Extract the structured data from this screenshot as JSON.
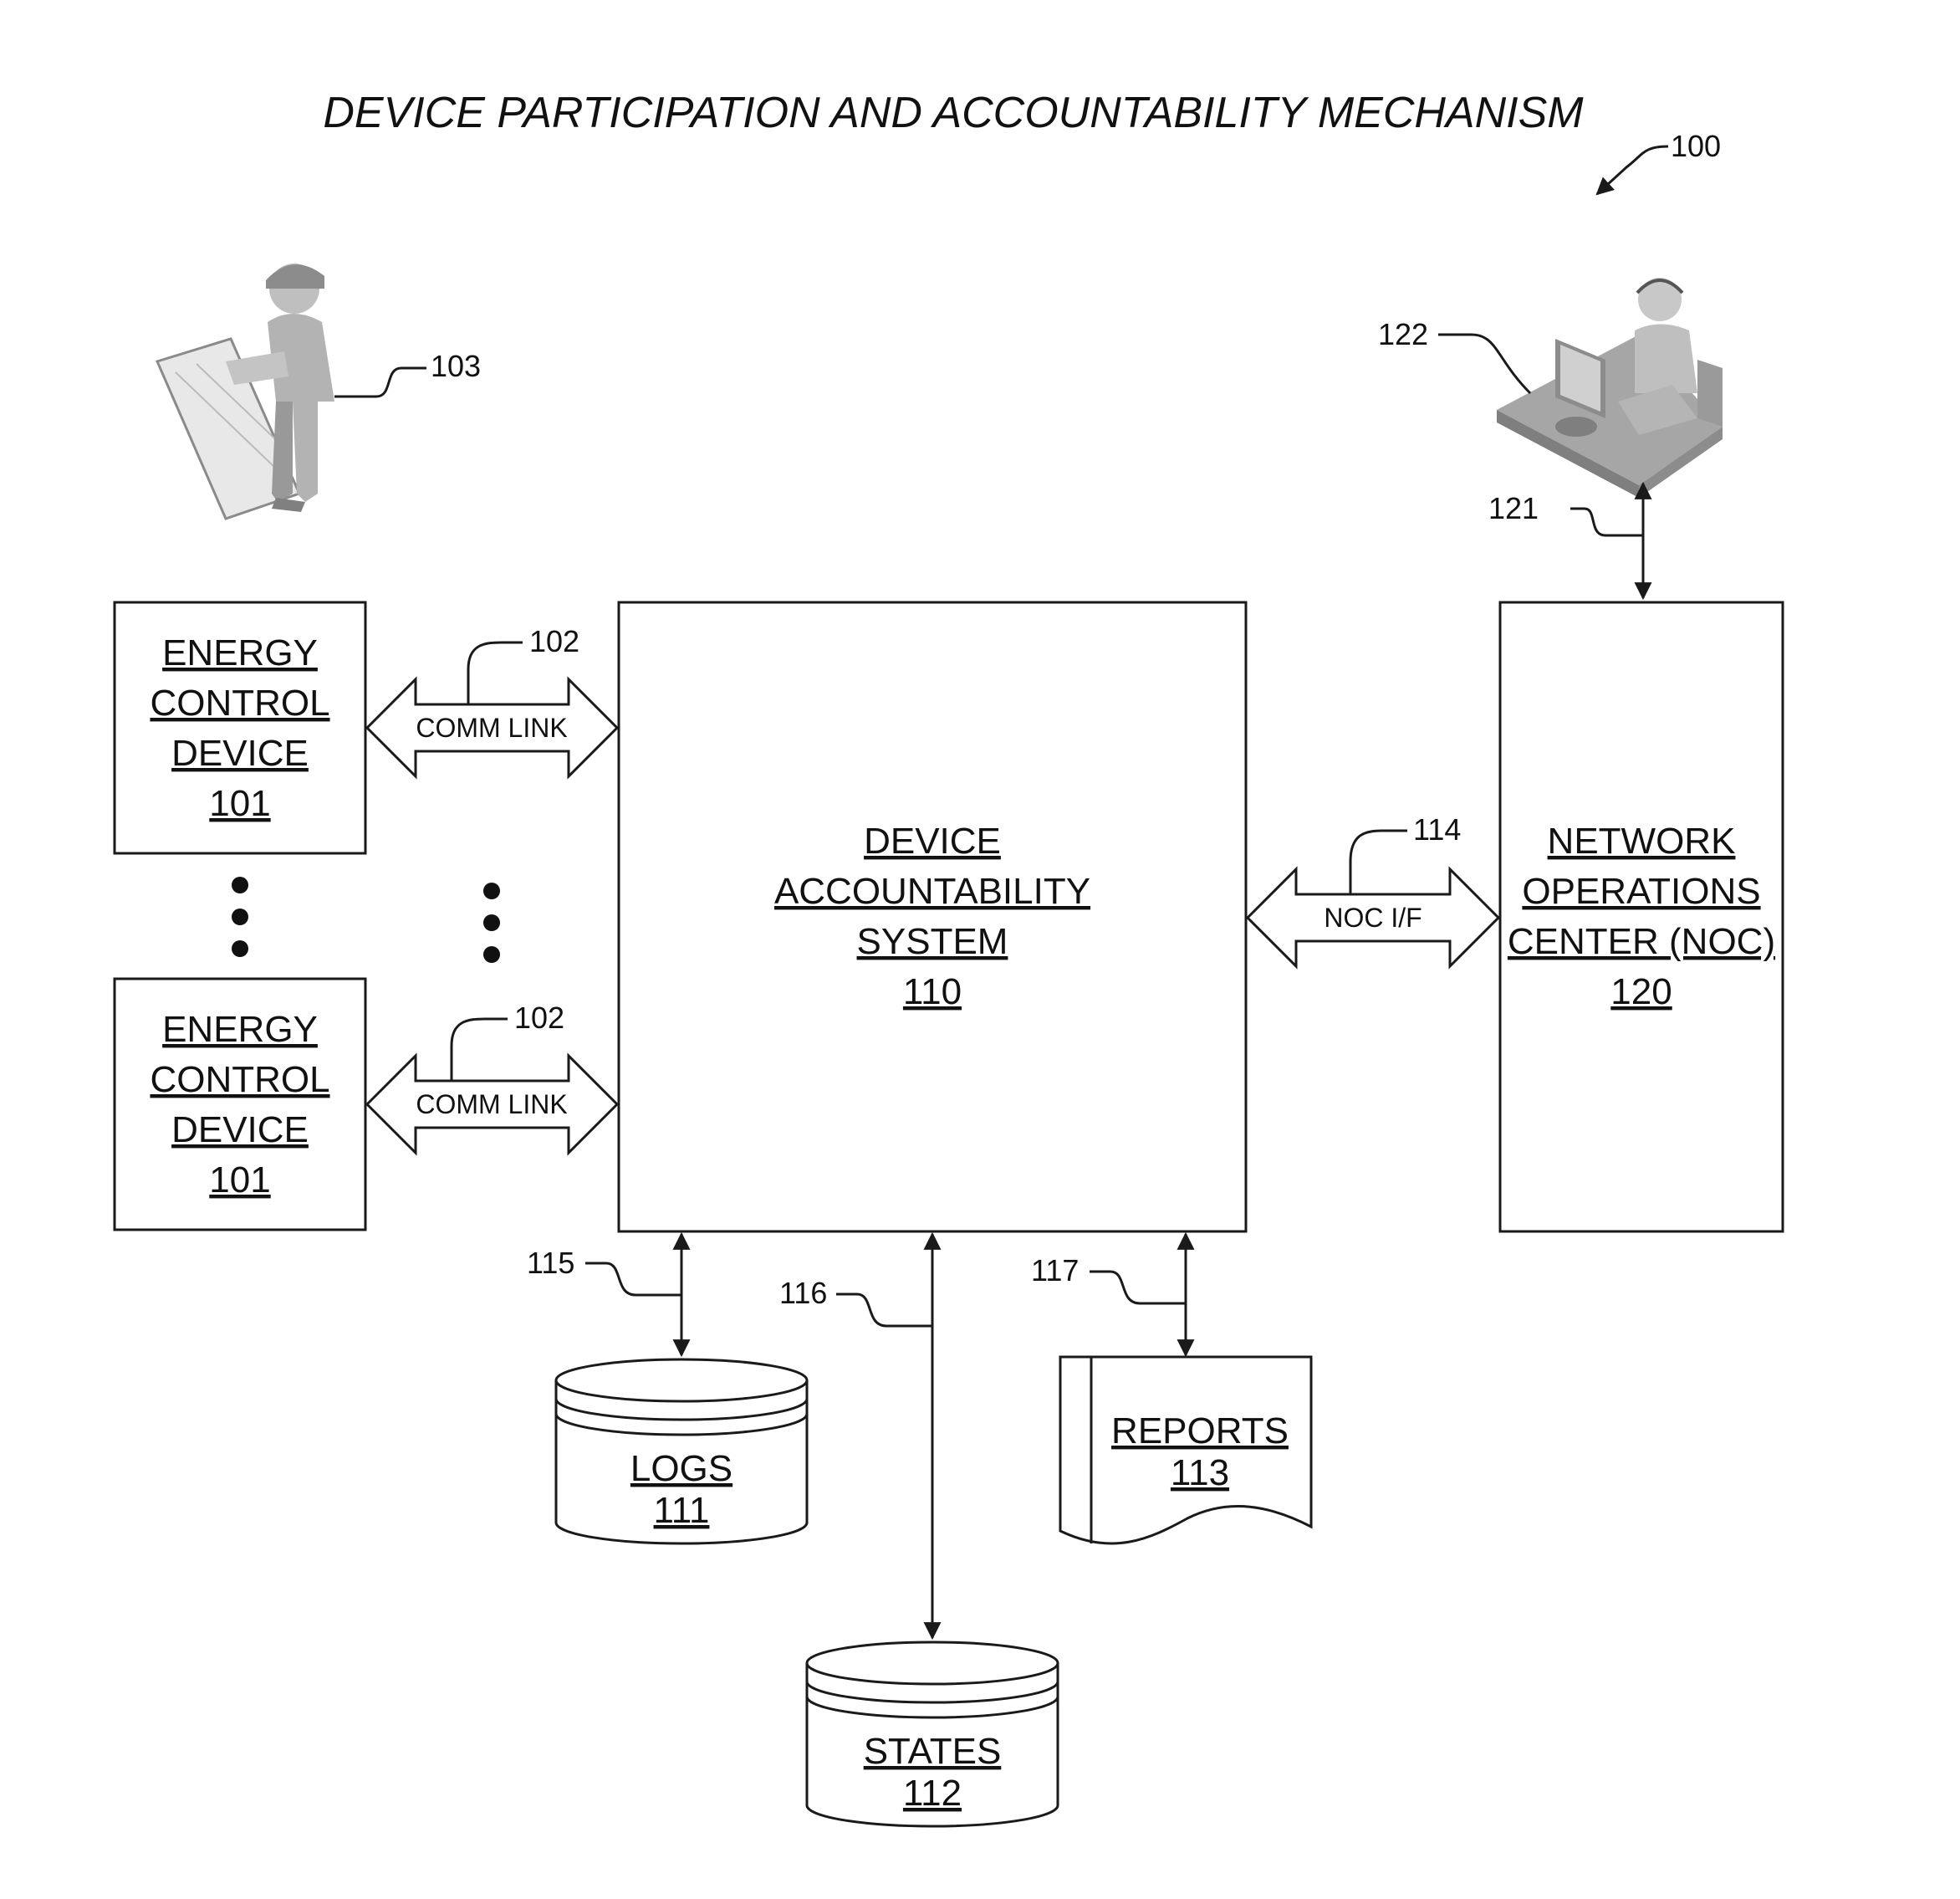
{
  "title": "DEVICE PARTICIPATION AND ACCOUNTABILITY MECHANISM",
  "figure_ref": "100",
  "energy_device_top": {
    "lines": [
      "ENERGY",
      "CONTROL",
      "DEVICE",
      "101"
    ]
  },
  "energy_device_bottom": {
    "lines": [
      "ENERGY",
      "CONTROL",
      "DEVICE",
      "101"
    ]
  },
  "das": {
    "lines": [
      "DEVICE",
      "ACCOUNTABILITY",
      "SYSTEM",
      "110"
    ]
  },
  "noc": {
    "lines": [
      "NETWORK",
      "OPERATIONS",
      "CENTER (NOC)",
      "120"
    ]
  },
  "comm_link_top": {
    "label": "COMM LINK",
    "ref": "102"
  },
  "comm_link_bottom": {
    "label": "COMM LINK",
    "ref": "102"
  },
  "noc_if": {
    "label": "NOC I/F",
    "ref": "114"
  },
  "logs": {
    "lines": [
      "LOGS",
      "111"
    ],
    "ref": "115"
  },
  "states": {
    "lines": [
      "STATES",
      "112"
    ],
    "ref": "116"
  },
  "reports": {
    "lines": [
      "REPORTS",
      "113"
    ],
    "ref": "117"
  },
  "installer": {
    "ref": "103"
  },
  "operator": {
    "ref": "122",
    "link_ref": "121"
  },
  "colors": {
    "line": "#1a1a1a",
    "figure_light": "#d9d9d9",
    "figure_mid": "#a6a6a6",
    "figure_dark": "#7f7f7f"
  }
}
